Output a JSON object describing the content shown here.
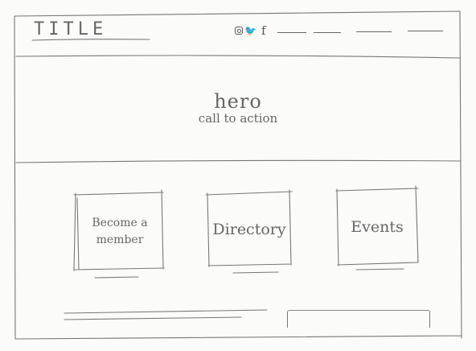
{
  "header": {
    "title": "TITLE",
    "social": [
      {
        "icon": "instagram-icon"
      },
      {
        "icon": "twitter-icon"
      },
      {
        "icon": "facebook-icon",
        "glyph": "f"
      }
    ]
  },
  "hero": {
    "title": "hero",
    "cta": "call to action"
  },
  "cards": [
    {
      "name": "become-member-card",
      "label": "Become a member"
    },
    {
      "name": "directory-card",
      "label": "Directory"
    },
    {
      "name": "events-card",
      "label": "Events"
    }
  ]
}
